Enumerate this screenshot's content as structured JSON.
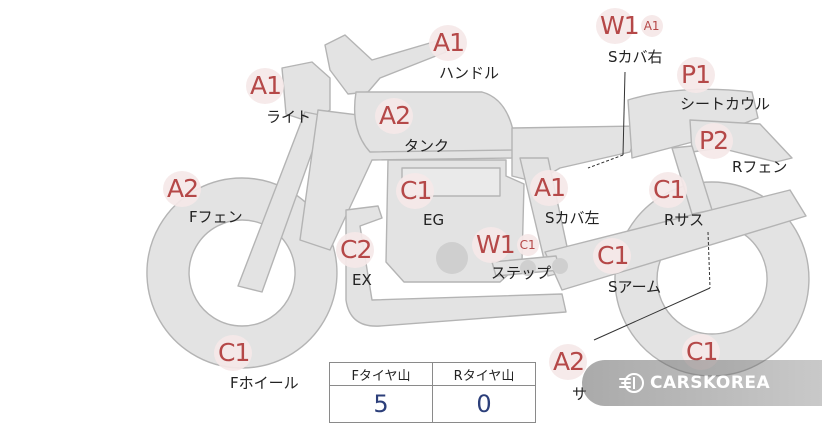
{
  "parts": {
    "light": {
      "label": "ライト",
      "code": "A1"
    },
    "handle": {
      "label": "ハンドル",
      "code": "A1"
    },
    "tank": {
      "label": "タンク",
      "code": "A2"
    },
    "s_cover_r": {
      "label": "Sカバ右",
      "code": "W1",
      "sub": "A1"
    },
    "seat_cowl": {
      "label": "シートカウル",
      "code": "P1"
    },
    "r_fender": {
      "label": "Rフェン",
      "code": "P2"
    },
    "f_fender": {
      "label": "Fフェン",
      "code": "A2"
    },
    "engine": {
      "label": "EG",
      "code": "C1"
    },
    "s_cover_l": {
      "label": "Sカバ左",
      "code": "A1"
    },
    "r_sus": {
      "label": "Rサス",
      "code": "C1"
    },
    "exhaust": {
      "label": "EX",
      "code": "C2"
    },
    "step": {
      "label": "ステップ",
      "code": "W1",
      "sub": "C1"
    },
    "s_arm": {
      "label": "Sアーム",
      "code": "C1"
    },
    "f_wheel": {
      "label": "Fホイール",
      "code": "C1"
    },
    "silencer": {
      "label": "サ",
      "code": "A2"
    },
    "r_wheel": {
      "code": "C1"
    }
  },
  "tread": {
    "front_label": "Fタイヤ山",
    "rear_label": "Rタイヤ山",
    "front_value": "5",
    "rear_value": "0"
  },
  "watermark": {
    "text": "CARSKOREA"
  },
  "colors": {
    "code": "#b54848",
    "value": "#2c3f7a",
    "bike_fill": "#e3e3e3",
    "bike_stroke": "#b4b4b4"
  }
}
